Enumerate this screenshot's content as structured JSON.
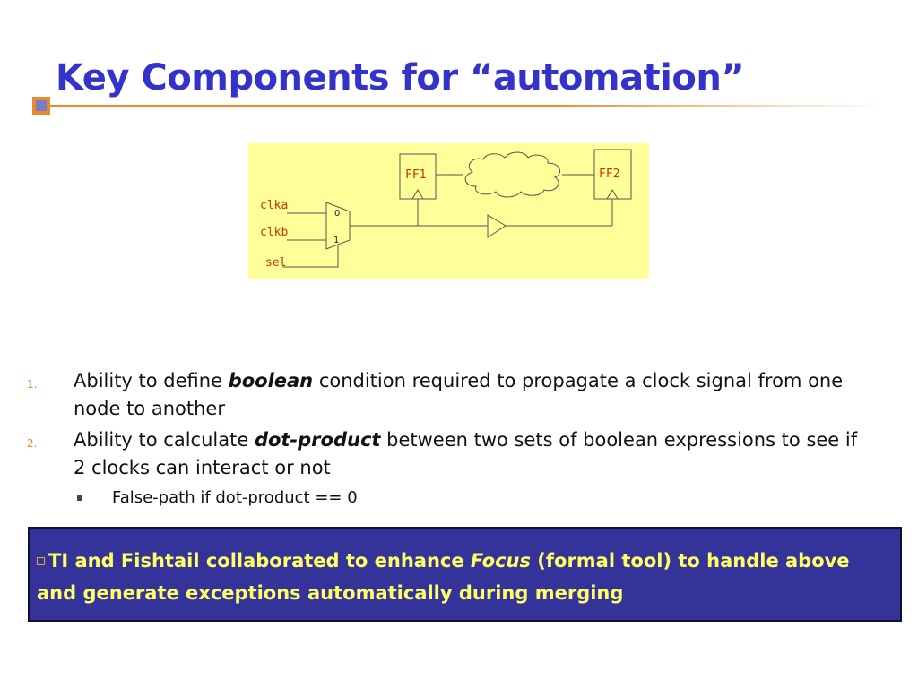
{
  "slide": {
    "title": "Key Components for “automation”"
  },
  "diagram": {
    "ff1_label": "FF1",
    "ff2_label": "FF2",
    "clka_label": "clka",
    "clkb_label": "clkb",
    "sel_label": "sel",
    "mux_in0": "0",
    "mux_in1": "1",
    "background_color": "#ffff99",
    "label_color": "#cc3300"
  },
  "list": {
    "items": [
      {
        "num": "1.",
        "pre": "Ability to define ",
        "em": "boolean",
        "post": " condition required to propagate a clock signal from one node to another"
      },
      {
        "num": "2.",
        "pre": "Ability to calculate ",
        "em": "dot-product",
        "post": " between two sets of boolean expressions to see if 2 clocks can interact or not"
      }
    ],
    "sub_item": "False-path if dot-product == 0"
  },
  "callout": {
    "pre": "TI and Fishtail collaborated to enhance ",
    "em": "Focus",
    "post": " (formal tool) to handle above and generate exceptions automatically during merging"
  },
  "colors": {
    "title": "#3333cc",
    "accent": "#e88a2a",
    "callout_bg": "#333399",
    "callout_text": "#ffff66"
  }
}
